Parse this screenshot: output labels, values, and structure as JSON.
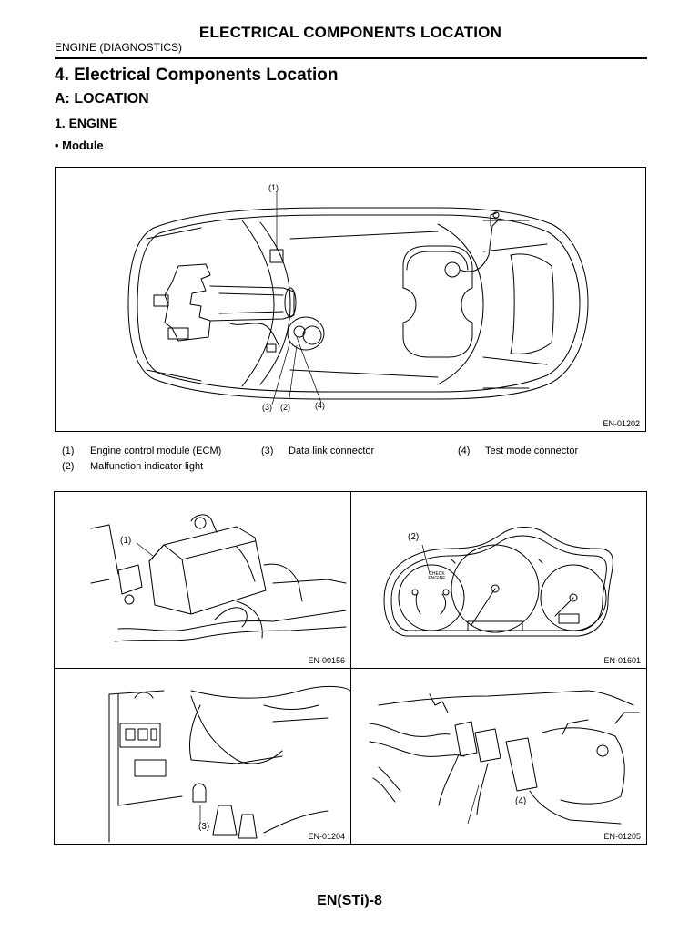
{
  "header": {
    "title": "ELECTRICAL COMPONENTS LOCATION",
    "section": "ENGINE (DIAGNOSTICS)"
  },
  "headings": {
    "h1": "4.  Electrical Components Location",
    "h2": "A:  LOCATION",
    "h3": "1.  ENGINE",
    "h4": "• Module"
  },
  "main_figure": {
    "code": "EN-01202",
    "callouts": {
      "c1": "(1)",
      "c2": "(2)",
      "c3": "(3)",
      "c4": "(4)"
    }
  },
  "legend": [
    {
      "num": "(1)",
      "text": "Engine control module (ECM)"
    },
    {
      "num": "(2)",
      "text": "Malfunction indicator light"
    },
    {
      "num": "(3)",
      "text": "Data link connector"
    },
    {
      "num": "(4)",
      "text": "Test mode connector"
    }
  ],
  "detail_figures": [
    {
      "code": "EN-00156",
      "callout": "(1)"
    },
    {
      "code": "EN-01601",
      "callout": "(2)",
      "gauge_text": "CHECK ENGINE"
    },
    {
      "code": "EN-01204",
      "callout": "(3)"
    },
    {
      "code": "EN-01205",
      "callout": "(4)"
    }
  ],
  "footer": {
    "page": "EN(STi)-8"
  }
}
